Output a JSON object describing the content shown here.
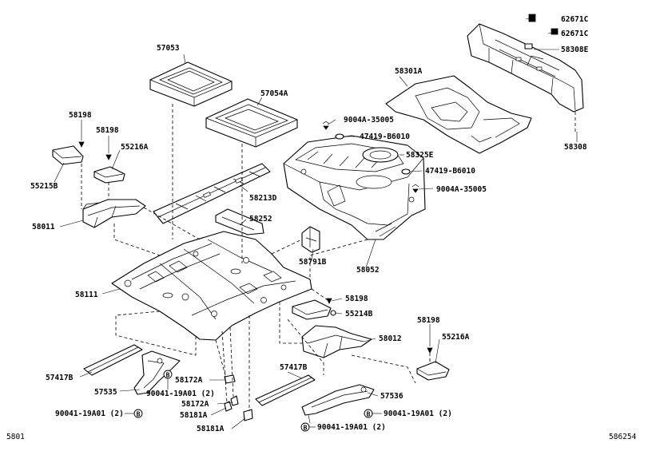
{
  "labels": {
    "l62671c_a": "62671C",
    "l62671c_b": "62671C",
    "l58308e": "58308E",
    "l58308": "58308",
    "l57053": "57053",
    "l57054a": "57054A",
    "l58301a": "58301A",
    "l9004a_top": "9004A-35005",
    "l47419_top": "47419-B6010",
    "l58325e": "58325E",
    "l47419_bot": "47419-B6010",
    "l9004a_bot": "9004A-35005",
    "l58198_a": "58198",
    "l58198_b": "58198",
    "l55216a_top": "55216A",
    "l55215b": "55215B",
    "l58213d": "58213D",
    "l58252": "58252",
    "l58011": "58011",
    "l58791b": "58791B",
    "l58052": "58052",
    "l58111": "58111",
    "l58198_c": "58198",
    "l55214b": "55214B",
    "l58012": "58012",
    "l58198_d": "58198",
    "l55216a_bot": "55216A",
    "l57417b_left": "57417B",
    "l57535": "57535",
    "l90041_a": "90041-19A01 (2)",
    "l58172a_a": "58172A",
    "l58172a_b": "58172A",
    "l58181a_a": "58181A",
    "l58181a_b": "58181A",
    "l57417b_right": "57417B",
    "l57536": "57536",
    "l90041_b": "90041-19A01 (2)",
    "l90041_c": "90041-19A01 (2)",
    "l90041_d": "90041-19A01 (2)"
  },
  "markers": {
    "b": "B"
  },
  "footer": {
    "left": "5801",
    "right": "586254"
  }
}
